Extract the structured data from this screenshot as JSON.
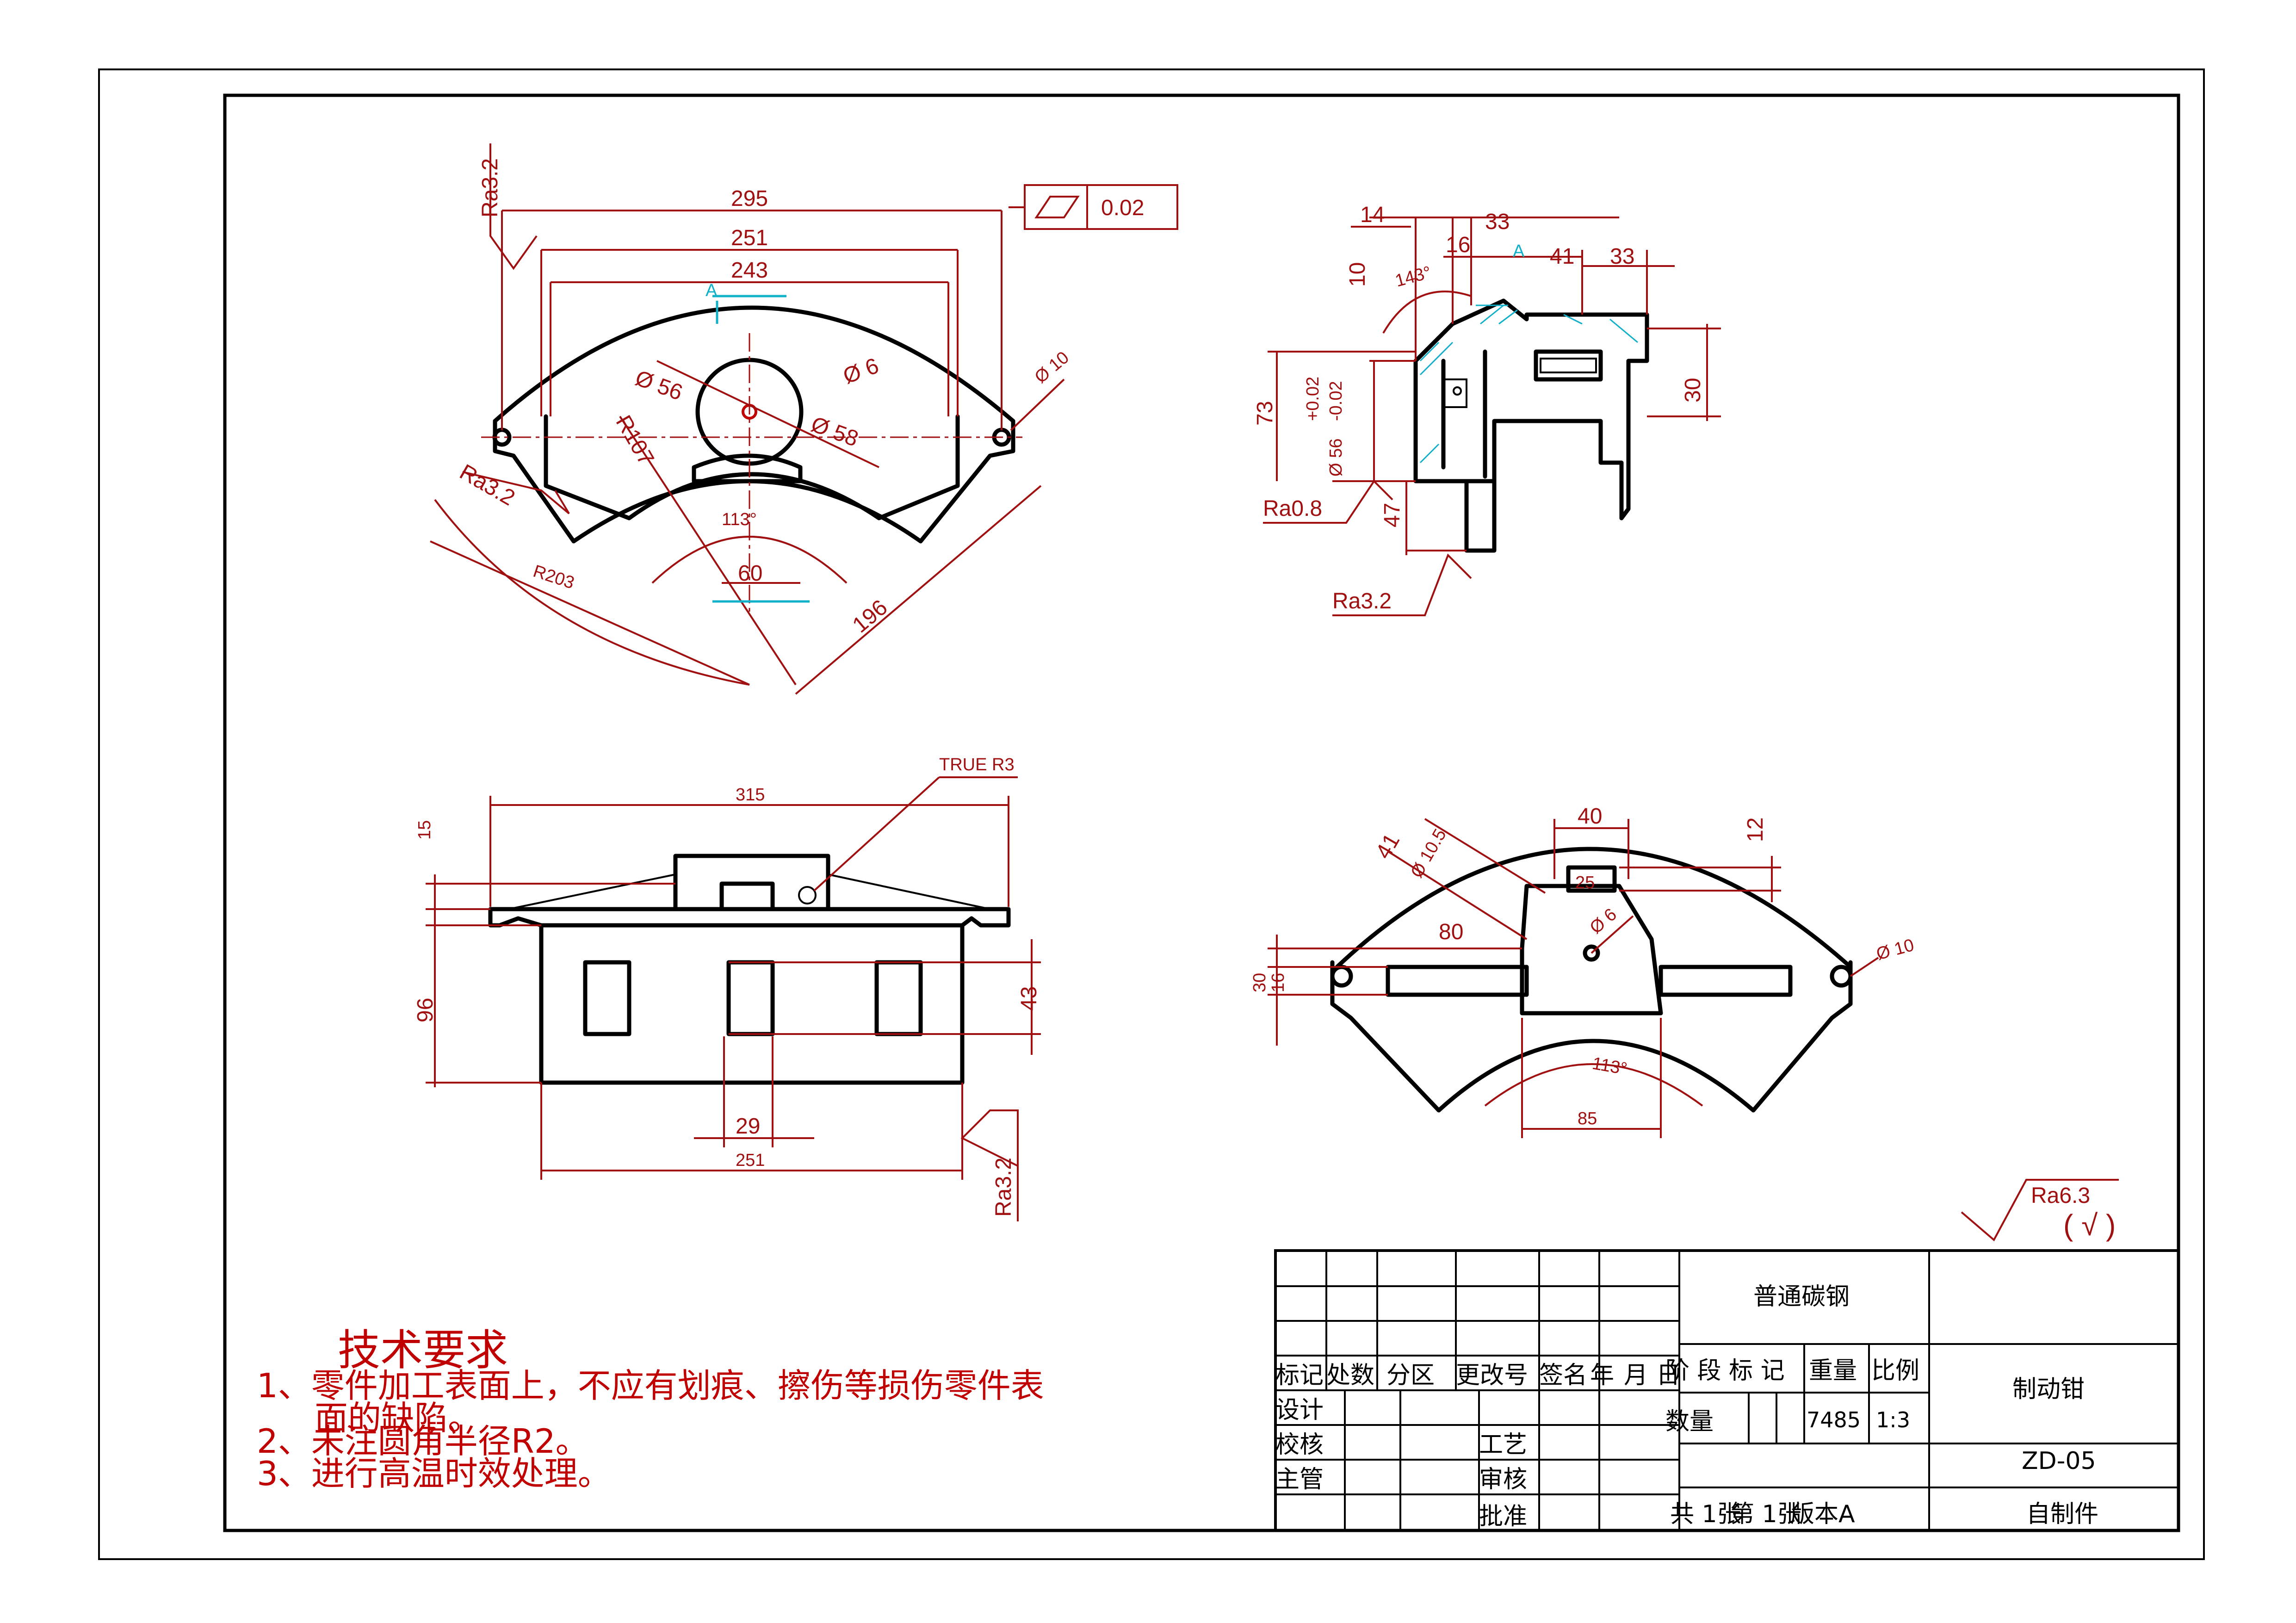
{
  "view_front": {
    "dims": [
      "295",
      "251",
      "243",
      "Ø 56",
      "Ø 6",
      "Ø 58",
      "R107",
      "113°",
      "60",
      "R203",
      "196",
      "Ø 10"
    ],
    "datum": "A",
    "roughness": [
      "Ra3.2",
      "Ra3.2"
    ],
    "flatness": {
      "symbol": "flatness-parallelogram",
      "value": "0.02"
    }
  },
  "view_side": {
    "dims": [
      "14",
      "33",
      "16",
      "41",
      "33",
      "10",
      "143°",
      "73",
      "+0.02",
      "-0.02",
      "Ø 56",
      "30",
      "47"
    ],
    "datum": "A",
    "roughness": [
      "Ra0.8",
      "Ra3.2"
    ]
  },
  "view_bottom": {
    "dims": [
      "315",
      "TRUE R3",
      "15",
      "96",
      "43",
      "29",
      "251"
    ],
    "roughness": [
      "Ra3.2"
    ]
  },
  "view_iso": {
    "dims": [
      "40",
      "12",
      "41",
      "Ø 10.5",
      "25",
      "80",
      "Ø 6",
      "Ø 10",
      "30",
      "16",
      "113°",
      "85"
    ]
  },
  "surface_finish": {
    "value": "Ra6.3",
    "note": "( √ )"
  },
  "tech_requirements": {
    "title": "技术要求",
    "items": [
      "1、零件加工表面上，不应有划痕、擦伤等损伤零件表",
      "面的缺陷。",
      "2、未注圆角半径R2。",
      "3、进行高温时效处理。"
    ]
  },
  "title_block": {
    "material": "普通碳钢",
    "part_name": "制动钳",
    "drawing_no": "ZD-05",
    "type": "自制件",
    "header_cols": [
      "标记",
      "处数",
      "分区",
      "更改号",
      "签名",
      "年",
      "月",
      "日"
    ],
    "stage_label": "阶 段 标 记",
    "weight_label": "重量",
    "scale_label": "比例",
    "qty_label": "数量",
    "weight": "7485",
    "scale": "1:3",
    "roles": [
      "设计",
      "校核",
      "主管"
    ],
    "roles2": [
      "工艺",
      "审核",
      "批准"
    ],
    "sheets": "共 1张",
    "sheet_no": "第 1张",
    "version": "版本A"
  }
}
